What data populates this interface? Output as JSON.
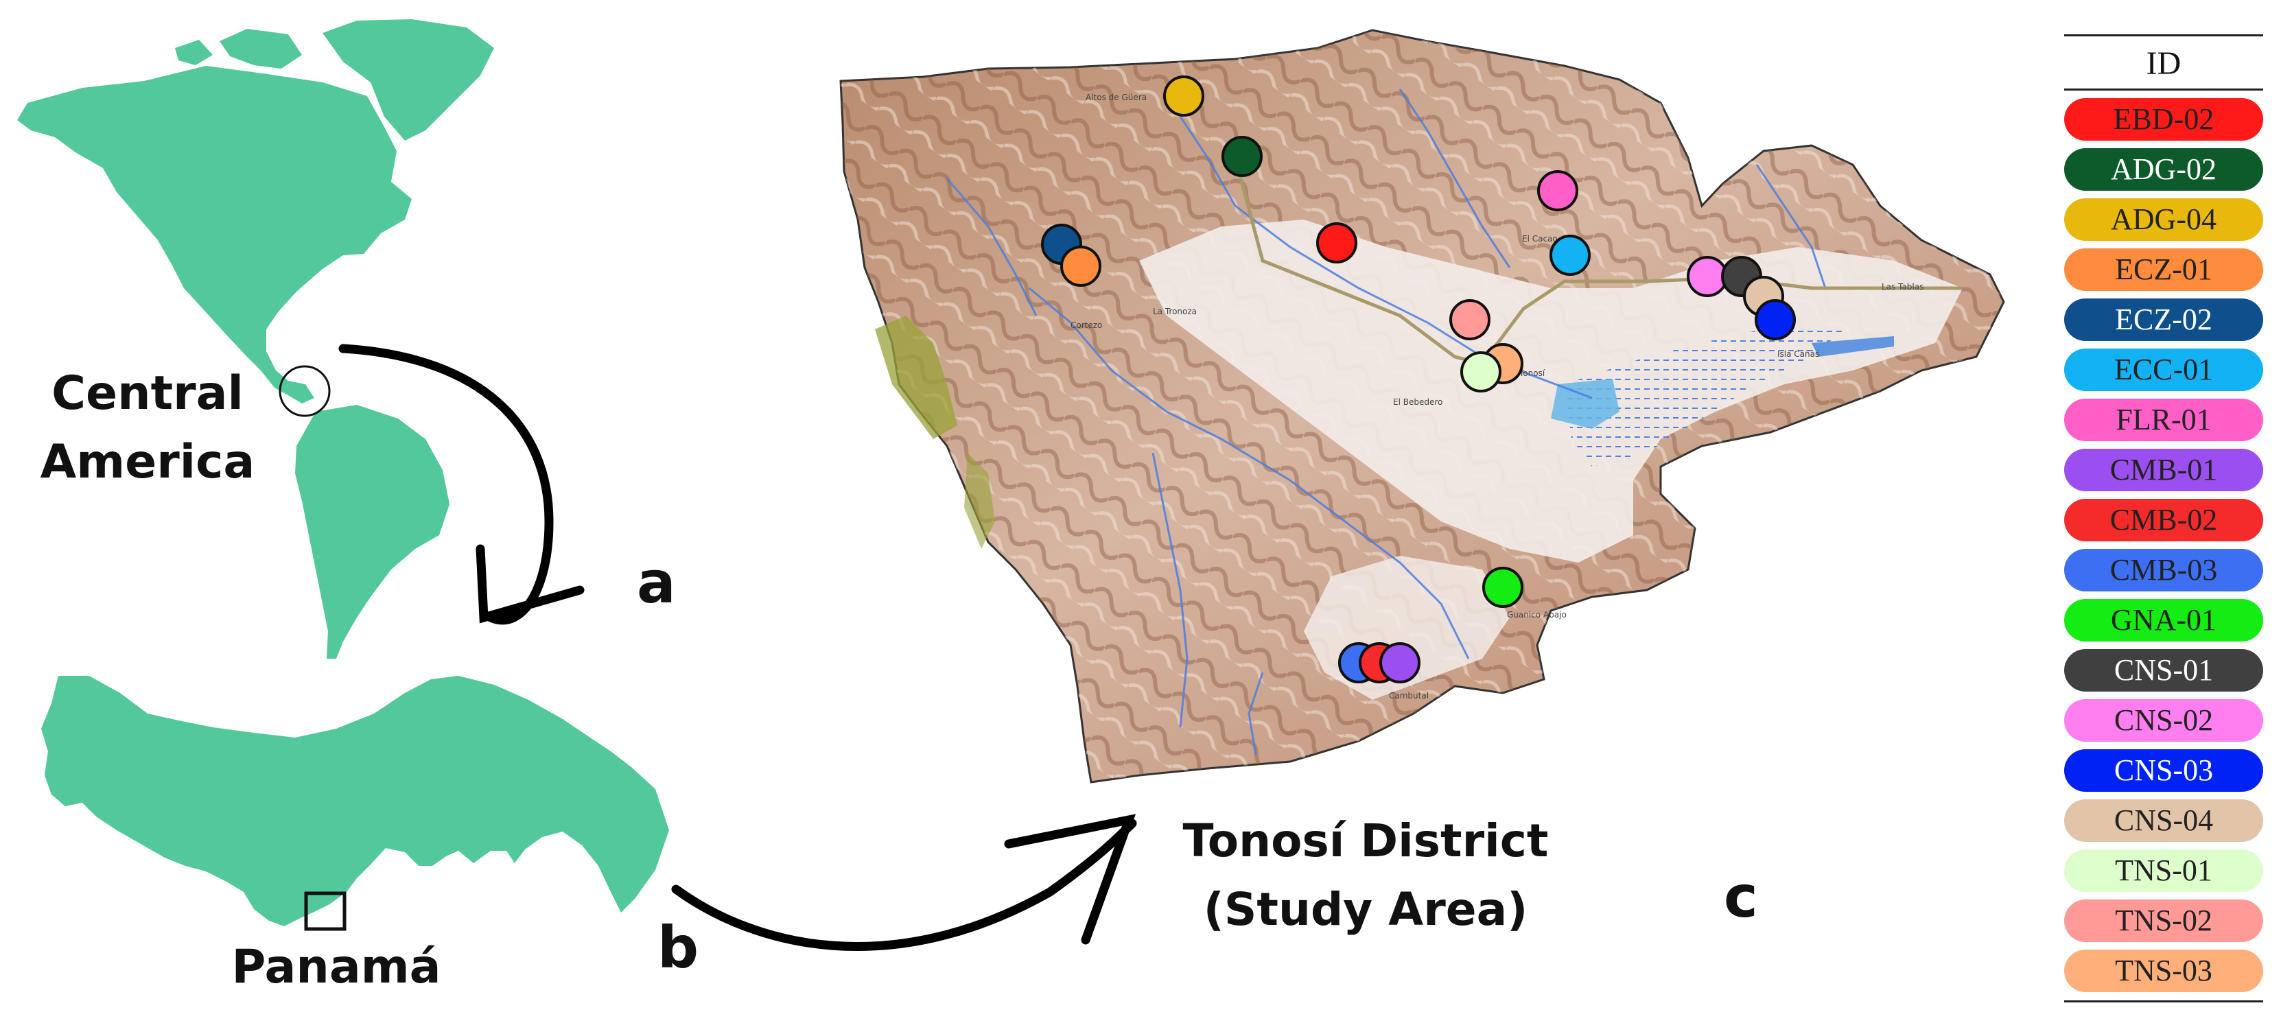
{
  "labels": {
    "central_america": [
      "Central",
      "America"
    ],
    "panama": "Panamá",
    "study_area": [
      "Tonosí District",
      "(Study Area)"
    ],
    "panel_a": "a",
    "panel_b": "b",
    "panel_c": "c"
  },
  "map_place_names": [
    "Altos de Güera",
    "El Cacao",
    "La Tronoza",
    "Cortezo",
    "El Bebedero",
    "Tonosí",
    "Guanico Abajo",
    "Cambutal",
    "Isla Cañas",
    "Las Tablas"
  ],
  "legend": {
    "header": "ID",
    "items": [
      {
        "id": "EBD-02",
        "color": "#ff1a1a",
        "text_color": "#222222"
      },
      {
        "id": "ADG-02",
        "color": "#0d5a2b",
        "text_color": "#ffffff"
      },
      {
        "id": "ADG-04",
        "color": "#e8b90c",
        "text_color": "#222222"
      },
      {
        "id": "ECZ-01",
        "color": "#ff8c3c",
        "text_color": "#222222"
      },
      {
        "id": "ECZ-02",
        "color": "#0e4f8c",
        "text_color": "#ffffff"
      },
      {
        "id": "ECC-01",
        "color": "#13b2f5",
        "text_color": "#222222"
      },
      {
        "id": "FLR-01",
        "color": "#ff5fc6",
        "text_color": "#222222"
      },
      {
        "id": "CMB-01",
        "color": "#9b4ff0",
        "text_color": "#222222"
      },
      {
        "id": "CMB-02",
        "color": "#f52b2b",
        "text_color": "#222222"
      },
      {
        "id": "CMB-03",
        "color": "#3d6ff3",
        "text_color": "#222222"
      },
      {
        "id": "GNA-01",
        "color": "#14ec14",
        "text_color": "#222222"
      },
      {
        "id": "CNS-01",
        "color": "#404040",
        "text_color": "#ffffff"
      },
      {
        "id": "CNS-02",
        "color": "#ff7ef0",
        "text_color": "#222222"
      },
      {
        "id": "CNS-03",
        "color": "#0022f5",
        "text_color": "#ffffff"
      },
      {
        "id": "CNS-04",
        "color": "#e2c5a8",
        "text_color": "#222222"
      },
      {
        "id": "TNS-01",
        "color": "#dcffcc",
        "text_color": "#222222"
      },
      {
        "id": "TNS-02",
        "color": "#ff9a96",
        "text_color": "#222222"
      },
      {
        "id": "TNS-03",
        "color": "#ffb07a",
        "text_color": "#222222"
      }
    ]
  },
  "colors": {
    "land": "#52c89b",
    "terrain": "#c69a7e",
    "lowland": "#f3ecea",
    "river": "#4b7fe0",
    "road": "#a89a6a",
    "wetland": "#5b8de4"
  }
}
